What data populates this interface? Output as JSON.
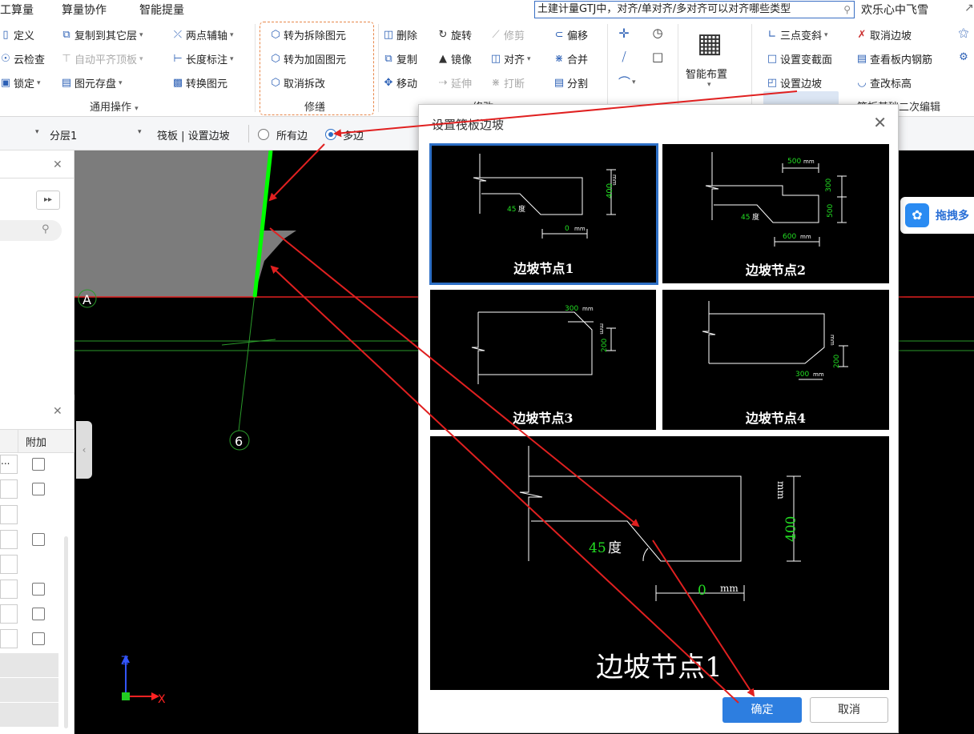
{
  "menu": [
    "工算量",
    "算量协作",
    "智能提量"
  ],
  "search": {
    "text": "土建计量GTJ中，对齐/单对齐/多对齐可以对齐哪些类型",
    "icon": "search-icon"
  },
  "user": {
    "name": "欢乐心中飞雪"
  },
  "ribbon": {
    "common": {
      "items": [
        "定义",
        "云检查",
        "锁定",
        "复制到其它层",
        "自动平齐顶板",
        "图元存盘",
        "两点辅轴",
        "长度标注",
        "转换图元"
      ],
      "group_label": "通用操作"
    },
    "repair": {
      "items": [
        "转为拆除图元",
        "转为加固图元",
        "取消拆改"
      ],
      "group_label": "修缮"
    },
    "modify": {
      "items": [
        "删除",
        "旋转",
        "修剪",
        "偏移",
        "复制",
        "镜像",
        "对齐",
        "合并",
        "移动",
        "延伸",
        "打断",
        "分割"
      ],
      "group_label": "修改"
    },
    "smart_layout": {
      "label": "智能布置"
    },
    "raft": {
      "items": [
        "三点变斜",
        "取消边坡",
        "设置变截面",
        "查看板内钢筋",
        "设置边坡",
        "查改标高"
      ],
      "group_label": "筏板基础二次编辑"
    }
  },
  "layerbar": {
    "layer": "分层1",
    "breadcrumb": "筏板 | 设置边坡",
    "radio_all": "所有边",
    "radio_multi": "多边"
  },
  "left_panel": {
    "header_add": "附加",
    "first_cell": "..."
  },
  "canvas": {
    "axis_a": "A",
    "axis_6": "6",
    "z_label": "Z",
    "x_label": "X"
  },
  "dialog": {
    "title": "设置筏板边坡",
    "nodes": [
      {
        "label": "边坡节点1",
        "angle": "45",
        "angle_unit": "度",
        "height": "400",
        "offset": "0",
        "unit": "mm"
      },
      {
        "label": "边坡节点2",
        "top_width": "500",
        "h1": "300",
        "h2": "500",
        "angle": "45",
        "angle_unit": "度",
        "bottom_width": "600",
        "unit": "mm"
      },
      {
        "label": "边坡节点3",
        "width": "300",
        "height": "200",
        "unit": "mm"
      },
      {
        "label": "边坡节点4",
        "width": "300",
        "height": "200",
        "unit": "mm"
      }
    ],
    "preview": {
      "label": "边坡节点1",
      "angle": "45",
      "angle_unit": "度",
      "height": "400",
      "offset": "0",
      "unit": "mm"
    },
    "ok": "确定",
    "cancel": "取消"
  },
  "drag_widget": {
    "label": "拖拽多"
  },
  "colors": {
    "accent": "#2d7ee0",
    "annotation": "#e02020",
    "selected_edge": "#00ff00",
    "dim_green": "#22dd22"
  }
}
